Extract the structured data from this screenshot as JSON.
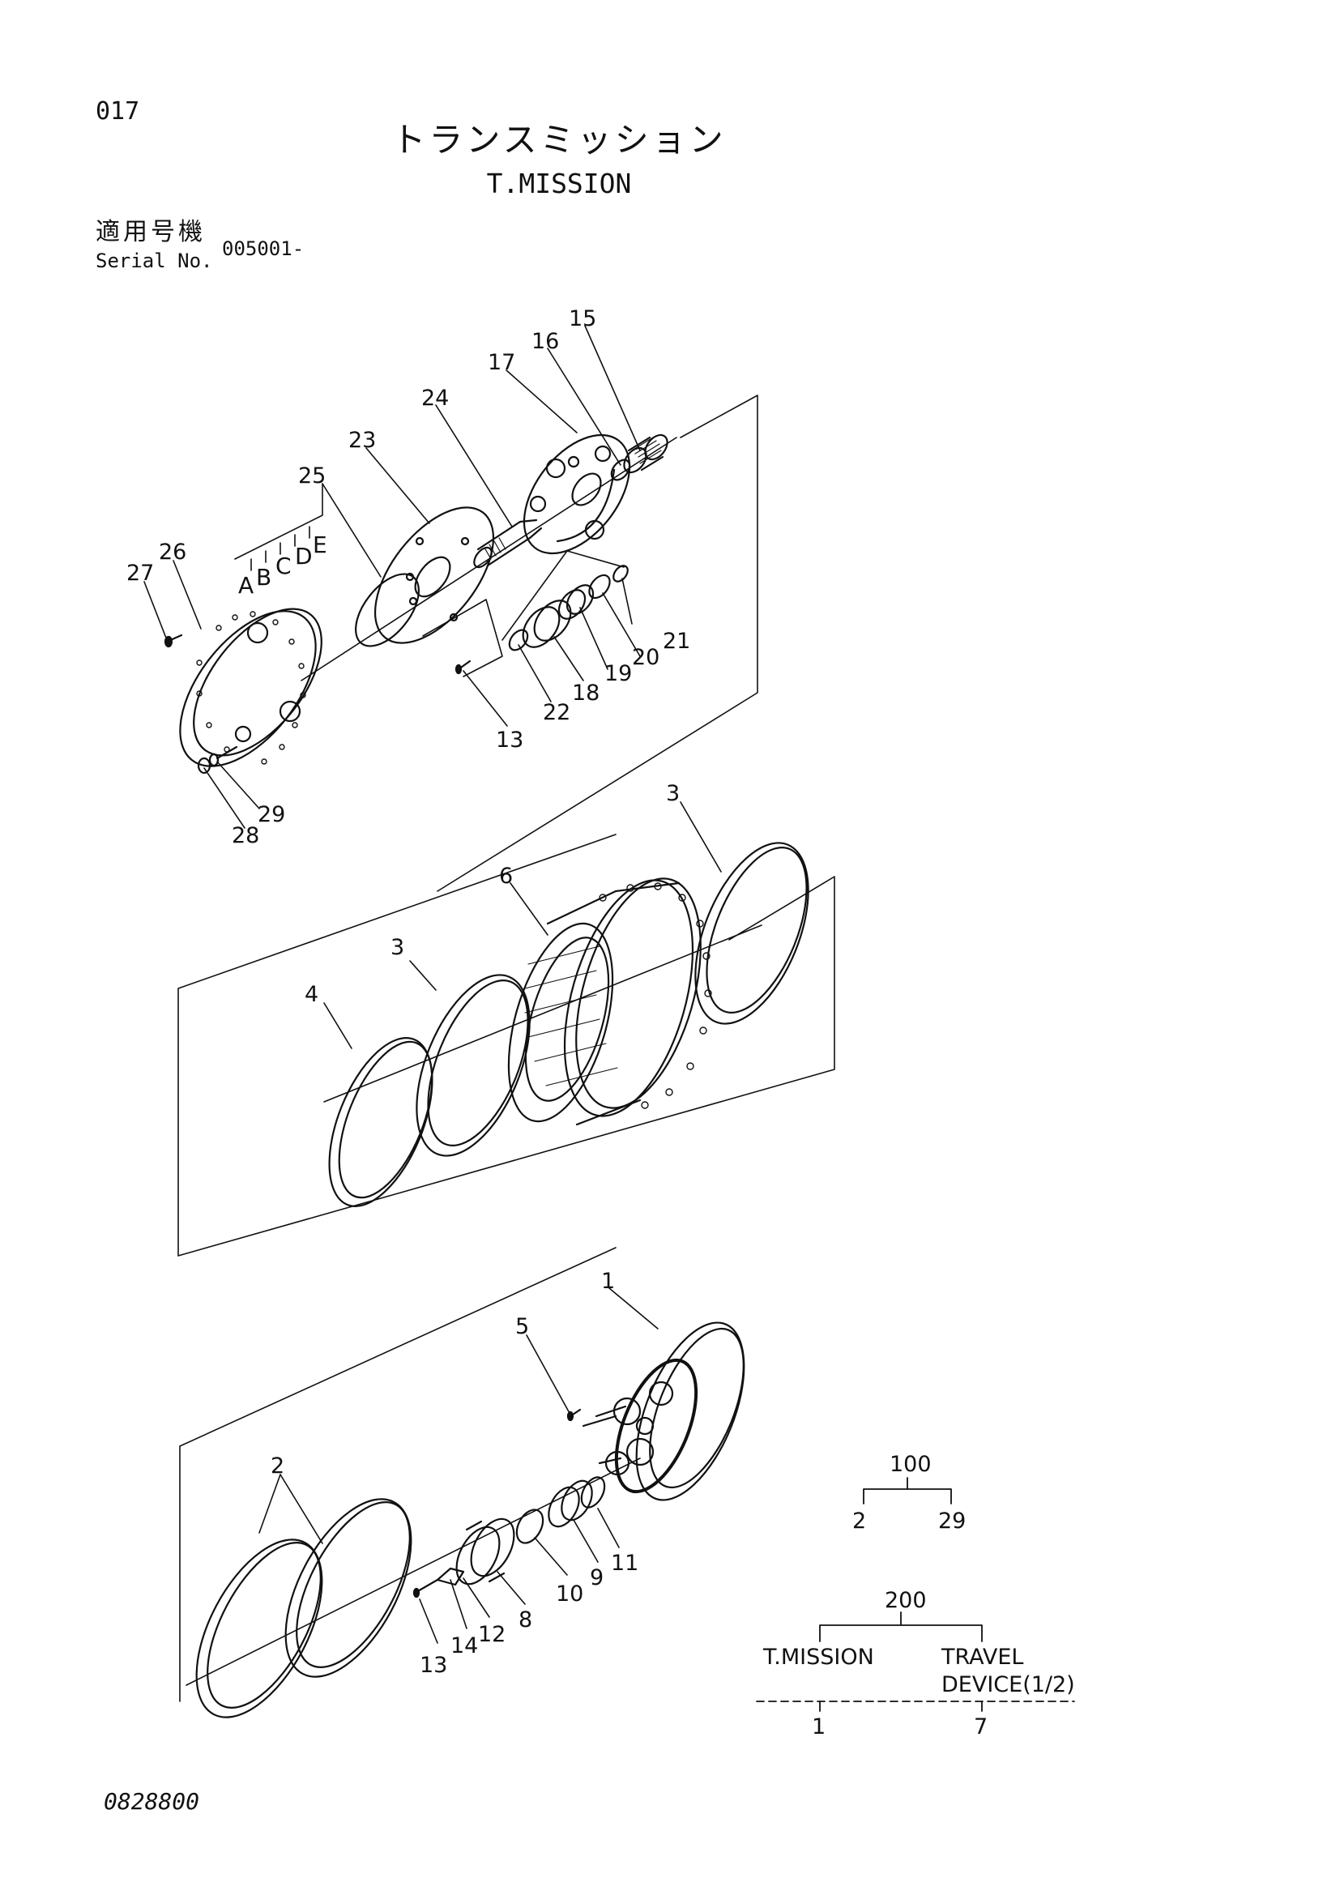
{
  "page": {
    "page_number": "017",
    "title_jp": "トランスミッション",
    "title_en": "T.MISSION",
    "serial_label_jp": "適用号機",
    "serial_label_en": "Serial No.",
    "serial_value": "005001-",
    "document_number": "0828800"
  },
  "callouts": [
    {
      "id": "c15",
      "label": "15"
    },
    {
      "id": "c16",
      "label": "16"
    },
    {
      "id": "c17",
      "label": "17"
    },
    {
      "id": "c24",
      "label": "24"
    },
    {
      "id": "c23",
      "label": "23"
    },
    {
      "id": "c25",
      "label": "25"
    },
    {
      "id": "c26",
      "label": "26"
    },
    {
      "id": "c27",
      "label": "27"
    },
    {
      "id": "cA",
      "label": "A"
    },
    {
      "id": "cB",
      "label": "B"
    },
    {
      "id": "cC",
      "label": "C"
    },
    {
      "id": "cD",
      "label": "D"
    },
    {
      "id": "cE",
      "label": "E"
    },
    {
      "id": "c21",
      "label": "21"
    },
    {
      "id": "c20",
      "label": "20"
    },
    {
      "id": "c19",
      "label": "19"
    },
    {
      "id": "c18",
      "label": "18"
    },
    {
      "id": "c22",
      "label": "22"
    },
    {
      "id": "c13a",
      "label": "13"
    },
    {
      "id": "c29",
      "label": "29"
    },
    {
      "id": "c28",
      "label": "28"
    },
    {
      "id": "c3a",
      "label": "3"
    },
    {
      "id": "c6",
      "label": "6"
    },
    {
      "id": "c3b",
      "label": "3"
    },
    {
      "id": "c4",
      "label": "4"
    },
    {
      "id": "c1",
      "label": "1"
    },
    {
      "id": "c5",
      "label": "5"
    },
    {
      "id": "c2",
      "label": "2"
    },
    {
      "id": "c11",
      "label": "11"
    },
    {
      "id": "c9",
      "label": "9"
    },
    {
      "id": "c10",
      "label": "10"
    },
    {
      "id": "c8",
      "label": "8"
    },
    {
      "id": "c12",
      "label": "12"
    },
    {
      "id": "c14",
      "label": "14"
    },
    {
      "id": "c13b",
      "label": "13"
    }
  ],
  "assembly_tree_100": {
    "parent": "100",
    "children": [
      "2",
      "29"
    ]
  },
  "assembly_tree_200": {
    "parent": "200",
    "children": [
      {
        "name": "T.MISSION",
        "qty": "1"
      },
      {
        "name_line1": "TRAVEL",
        "name_line2": "DEVICE(1/2)",
        "qty": "7"
      }
    ]
  },
  "colors": {
    "ink": "#111111",
    "paper": "#ffffff"
  }
}
